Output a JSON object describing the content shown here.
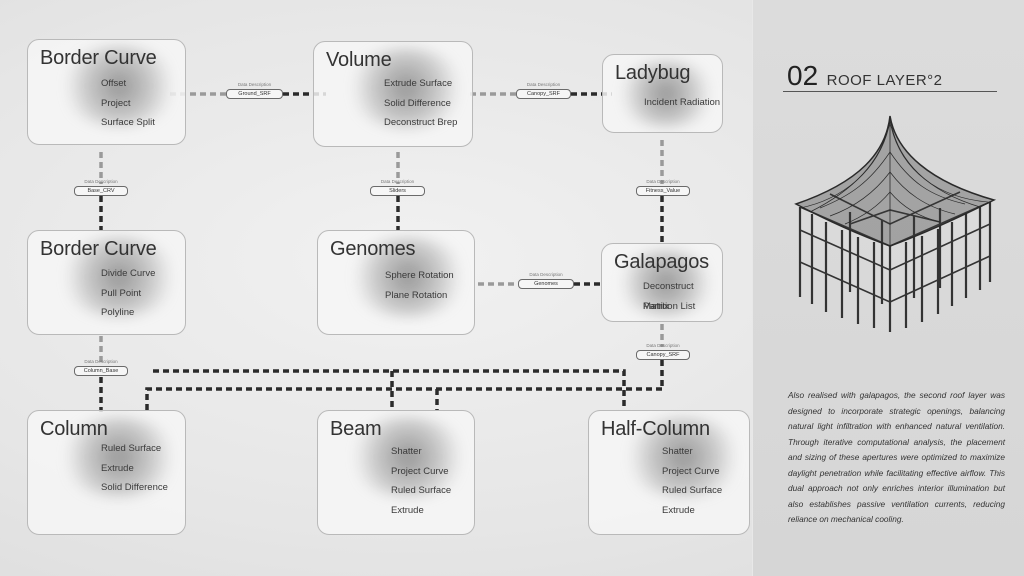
{
  "nodes": {
    "border_curve_1": {
      "title": "Border Curve",
      "items": [
        "Offset",
        "Project",
        "Surface Split"
      ]
    },
    "volume": {
      "title": "Volume",
      "items": [
        "Extrude Surface",
        "Solid Difference",
        "Deconstruct Brep"
      ]
    },
    "ladybug": {
      "title": "Ladybug",
      "items": [
        "Incident Radiation"
      ]
    },
    "border_curve_2": {
      "title": "Border Curve",
      "items": [
        "Divide Curve",
        "Pull Point",
        "Polyline"
      ]
    },
    "genomes": {
      "title": "Genomes",
      "items": [
        "Sphere Rotation",
        "Plane Rotation"
      ]
    },
    "galapagos": {
      "title": "Galapagos",
      "items": [
        "Deconstruct Matrix",
        "Partition List"
      ]
    },
    "column": {
      "title": "Column",
      "items": [
        "Ruled Surface",
        "Extrude",
        "Solid Difference"
      ]
    },
    "beam": {
      "title": "Beam",
      "items": [
        "Shatter",
        "Project Curve",
        "Ruled Surface",
        "Extrude"
      ]
    },
    "half_column": {
      "title": "Half-Column",
      "items": [
        "Shatter",
        "Project Curve",
        "Ruled Surface",
        "Extrude"
      ]
    }
  },
  "connectors": {
    "caption": "Data Description",
    "ground_srf": "Ground_SRF",
    "canopy_srf_top": "Canopy_SRF",
    "base_crv": "Base_CRV",
    "sliders": "Sliders",
    "fitness_value": "Fitness_Value",
    "genomes": "Genomes",
    "column_base": "Column_Base",
    "canopy_srf_bottom": "Canopy_SRF"
  },
  "panel": {
    "number": "02",
    "title": "ROOF LAYER°2",
    "description": "Also realised with galapagos, the second roof layer was designed to incorporate strategic openings, balancing natural light infiltration with enhanced natural ventilation. Through iterative computational analysis, the placement and sizing of these apertures were optimized to maximize daylight penetration while facilitating effective airflow. This dual approach not only enriches interior illumination but also establishes passive ventilation currents, reducing reliance on mechanical cooling."
  },
  "colors": {
    "wire": "#2b2b2b",
    "node_border": "#b9b9b9",
    "background": "#e9e9e9"
  }
}
